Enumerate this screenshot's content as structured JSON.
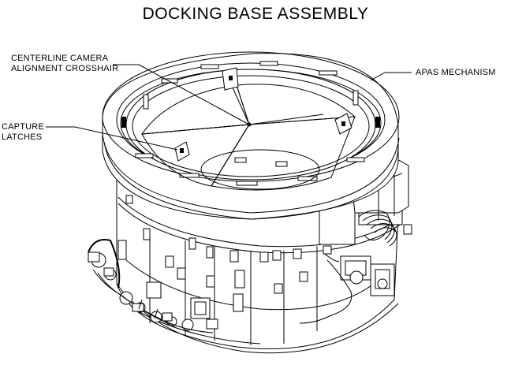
{
  "title": "DOCKING BASE ASSEMBLY",
  "labels": {
    "camera_line1": "CENTERLINE CAMERA",
    "camera_line2": "ALIGNMENT CROSSHAIR",
    "apas": "APAS MECHANISM",
    "capture_line1": "CAPTURE",
    "capture_line2": "LATCHES"
  }
}
